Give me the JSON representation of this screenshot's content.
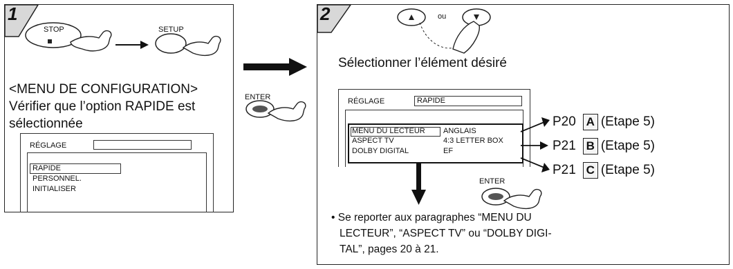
{
  "step1": {
    "number": "1",
    "stop_label": "STOP",
    "setup_label": "SETUP",
    "menu_title": "<MENU DE CONFIGURATION>",
    "instruction_line1": "Vérifier que l’option RAPIDE est",
    "instruction_line2": "sélectionnée",
    "screen": {
      "header_label": "RÉGLAGE",
      "items": [
        "RAPIDE",
        "PERSONNEL.",
        "INITIALISER"
      ]
    }
  },
  "enter_between": {
    "label": "ENTER"
  },
  "step2": {
    "number": "2",
    "or_label": "ou",
    "instruction": "Sélectionner l’élément désiré",
    "screen": {
      "header_label": "RÉGLAGE",
      "header_value": "RAPIDE",
      "rows": [
        {
          "name": "MENU DU LECTEUR",
          "value": "ANGLAIS"
        },
        {
          "name": "ASPECT TV",
          "value": "4:3 LETTER BOX"
        },
        {
          "name": "DOLBY DIGITAL",
          "value": "EF"
        }
      ]
    },
    "refs": [
      {
        "page": "P20",
        "letter": "A",
        "note": "(Etape 5)"
      },
      {
        "page": "P21",
        "letter": "B",
        "note": "(Etape 5)"
      },
      {
        "page": "P21",
        "letter": "C",
        "note": "(Etape 5)"
      }
    ],
    "enter_label": "ENTER",
    "note_line1": "• Se reporter aux paragraphes “MENU DU",
    "note_line2": "LECTEUR”, “ASPECT TV” ou “DOLBY DIGI-",
    "note_line3": "TAL”, pages 20 à 21."
  }
}
